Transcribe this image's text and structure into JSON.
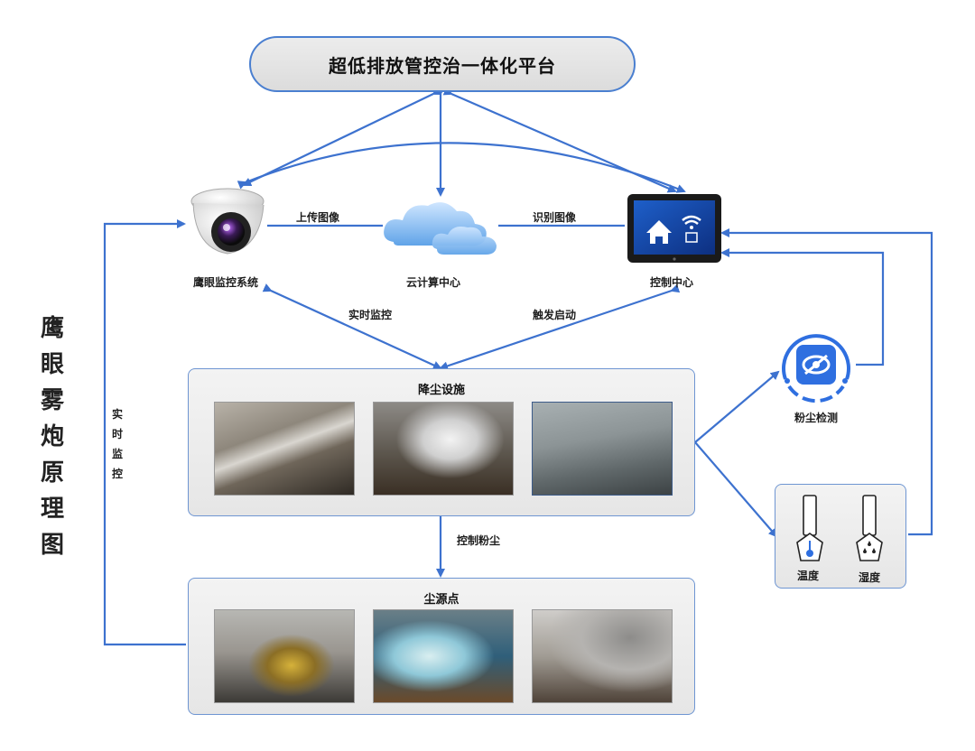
{
  "platform": {
    "title": "超低排放管控治一体化平台"
  },
  "side_title": [
    "鹰",
    "眼",
    "雾",
    "炮",
    "原",
    "理",
    "图"
  ],
  "nodes": {
    "camera": "鹰眼监控系统",
    "cloud": "云计算中心",
    "control": "控制中心",
    "dust_detect": "粉尘检测"
  },
  "edges": {
    "upload": "上传图像",
    "recognize": "识别图像",
    "realtime": "实时监控",
    "trigger": "触发启动",
    "control_dust": "控制粉尘",
    "left_realtime": [
      "实",
      "时",
      "监",
      "控"
    ]
  },
  "panels": {
    "suppression": {
      "title": "降尘设施"
    },
    "sources": {
      "title": "尘源点"
    }
  },
  "sensors": {
    "temperature": "温度",
    "humidity": "湿度"
  },
  "colors": {
    "arrow": "#3d72cf",
    "panel_border": "#6e95d2",
    "icon_blue": "#2f6fe0"
  }
}
